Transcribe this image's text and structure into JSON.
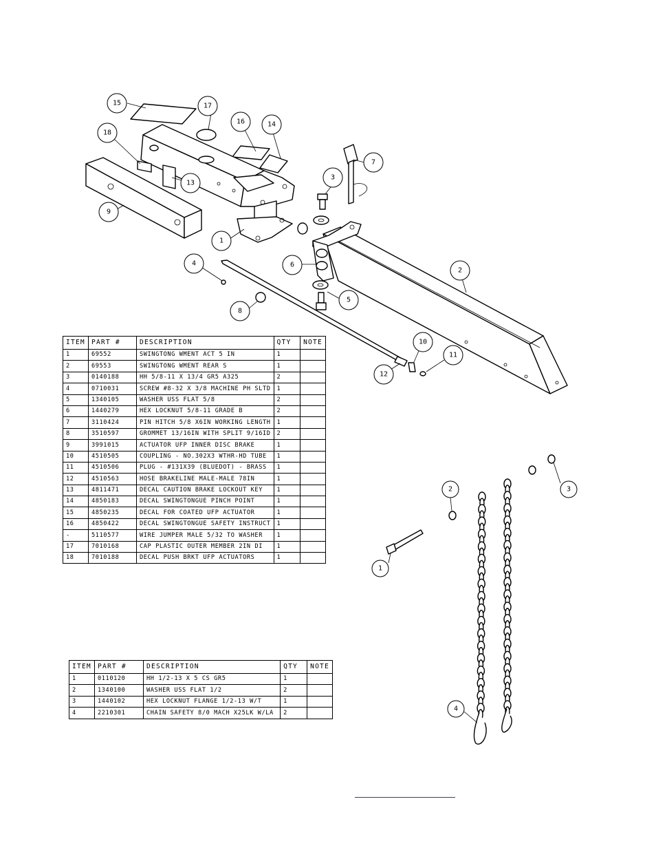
{
  "table1": {
    "headers": {
      "item": "ITEM",
      "part": "PART #",
      "description": "DESCRIPTION",
      "qty": "QTY",
      "note": "NOTE"
    },
    "rows": [
      {
        "item": "1",
        "part": "69552",
        "description": "SWINGTONG WMENT ACT 5 IN",
        "qty": "1",
        "note": ""
      },
      {
        "item": "2",
        "part": "69553",
        "description": "SWINGTONG WMENT REAR S",
        "qty": "1",
        "note": ""
      },
      {
        "item": "3",
        "part": "0140188",
        "description": "HH 5/8-11 X 13/4  GR5 A325",
        "qty": "2",
        "note": ""
      },
      {
        "item": "4",
        "part": "0710031",
        "description": "SCREW #8-32 X 3/8 MACHINE PH SLTD",
        "qty": "1",
        "note": ""
      },
      {
        "item": "5",
        "part": "1340105",
        "description": "WASHER USS FLAT 5/8",
        "qty": "2",
        "note": ""
      },
      {
        "item": "6",
        "part": "1440279",
        "description": "HEX LOCKNUT 5/8-11 GRADE B",
        "qty": "2",
        "note": ""
      },
      {
        "item": "7",
        "part": "3110424",
        "description": "PIN HITCH 5/8 X6IN WORKING LENGTH",
        "qty": "1",
        "note": ""
      },
      {
        "item": "8",
        "part": "3510597",
        "description": "GROMMET 13/16IN  WITH SPLIT 9/16ID",
        "qty": "2",
        "note": ""
      },
      {
        "item": "9",
        "part": "3991015",
        "description": "ACTUATOR UFP INNER  DISC BRAKE",
        "qty": "1",
        "note": ""
      },
      {
        "item": "10",
        "part": "4510505",
        "description": "COUPLING - NO.302X3 WTHR-HD TUBE",
        "qty": "1",
        "note": ""
      },
      {
        "item": "11",
        "part": "4510506",
        "description": "PLUG - #131X39 (BLUEDOT) - BRASS",
        "qty": "1",
        "note": ""
      },
      {
        "item": "12",
        "part": "4510563",
        "description": "HOSE BRAKELINE MALE-MALE 78IN",
        "qty": "1",
        "note": ""
      },
      {
        "item": "13",
        "part": "4811471",
        "description": "DECAL CAUTION BRAKE LOCKOUT KEY",
        "qty": "1",
        "note": ""
      },
      {
        "item": "14",
        "part": "4850183",
        "description": "DECAL SWINGTONGUE PINCH POINT",
        "qty": "1",
        "note": ""
      },
      {
        "item": "15",
        "part": "4850235",
        "description": "DECAL FOR COATED UFP ACTUATOR",
        "qty": "1",
        "note": ""
      },
      {
        "item": "16",
        "part": "4850422",
        "description": "DECAL SWINGTONGUE SAFETY INSTRUCT",
        "qty": "1",
        "note": ""
      },
      {
        "item": "-",
        "part": "5110577",
        "description": "WIRE JUMPER MALE 5/32 TO WASHER",
        "qty": "1",
        "note": ""
      },
      {
        "item": "17",
        "part": "7010168",
        "description": "CAP  PLASTIC OUTER MEMBER 2IN DI",
        "qty": "1",
        "note": ""
      },
      {
        "item": "18",
        "part": "7010188",
        "description": "DECAL PUSH BRKT UFP ACTUATORS",
        "qty": "1",
        "note": ""
      }
    ]
  },
  "table2": {
    "headers": {
      "item": "ITEM",
      "part": "PART #",
      "description": "DESCRIPTION",
      "qty": "QTY",
      "note": "NOTE"
    },
    "rows": [
      {
        "item": "1",
        "part": "0110120",
        "description": "HH 1/2-13 X 5 CS GR5",
        "qty": "1",
        "note": ""
      },
      {
        "item": "2",
        "part": "1340100",
        "description": "WASHER USS FLAT 1/2",
        "qty": "2",
        "note": ""
      },
      {
        "item": "3",
        "part": "1440102",
        "description": "HEX LOCKNUT FLANGE 1/2-13 W/T",
        "qty": "1",
        "note": ""
      },
      {
        "item": "4",
        "part": "2210301",
        "description": "CHAIN SAFETY 8/0 MACH X25LK W/LA",
        "qty": "2",
        "note": ""
      }
    ]
  },
  "callouts_top": [
    "15",
    "17",
    "16",
    "14",
    "18",
    "7",
    "3",
    "13",
    "9",
    "1",
    "4",
    "6",
    "2",
    "8",
    "5",
    "10",
    "11",
    "12"
  ],
  "callouts_bottom": [
    "2",
    "3",
    "1",
    "4"
  ]
}
